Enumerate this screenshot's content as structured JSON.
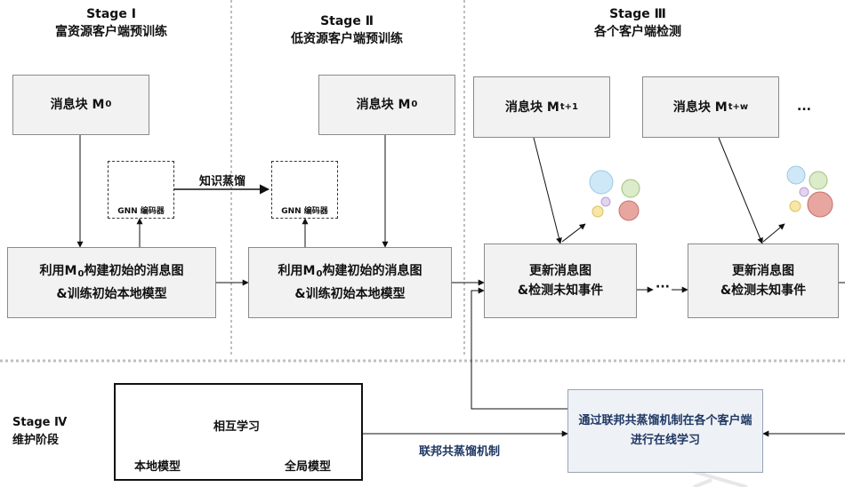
{
  "stages": {
    "s1": {
      "title": "Stage Ⅰ",
      "subtitle": "富资源客户端预训练"
    },
    "s2": {
      "title": "Stage Ⅱ",
      "subtitle": "低资源客户端预训练"
    },
    "s3": {
      "title": "Stage Ⅲ",
      "subtitle": "各个客户端检测"
    },
    "s4": {
      "title": "Stage Ⅳ",
      "subtitle": "维护阶段"
    }
  },
  "blocks": {
    "m0_a": {
      "text": "消息块 M",
      "sub": "0"
    },
    "m0_b": {
      "text": "消息块  M",
      "sub": "0"
    },
    "mt1": {
      "text": "消息块 M",
      "sub": "t+1"
    },
    "mtw": {
      "text": "消息块  M",
      "sub": "t+w"
    },
    "ellipsis": "..."
  },
  "gnn": {
    "label": "GNN 编码器"
  },
  "distill_label": "知识蒸馏",
  "build": {
    "a": {
      "line1a": "利用M",
      "line1sub": "0",
      "line1b": "构建初始的消息图",
      "line2": "&训练初始本地模型"
    },
    "b": {
      "line1a": "利用M",
      "line1sub": "0",
      "line1b": "构建初始的消息图",
      "line2": "&训练初始本地模型"
    }
  },
  "update": {
    "a": {
      "line1": "更新消息图",
      "line2": "&检测未知事件"
    },
    "b": {
      "line1": "更新消息图",
      "line2": "&检测未知事件"
    },
    "between": "···"
  },
  "maintenance": {
    "local_model": "本地模型",
    "global_model": "全局模型",
    "mutual_label": "相互学习",
    "fed_label": "联邦共蒸馏机制",
    "fed_box": "通过联邦共蒸馏机制在各个客户端进行在线学习"
  },
  "colors": {
    "node_fill": "#d2691e",
    "node_stroke": "#6b2f0b",
    "box_bg": "#f2f2f2",
    "divider": "#bfbfbf",
    "bubbles": [
      "#cfe8f7",
      "#dcebc9",
      "#e2d3ef",
      "#f7e6a6",
      "#e8a6a0"
    ]
  }
}
